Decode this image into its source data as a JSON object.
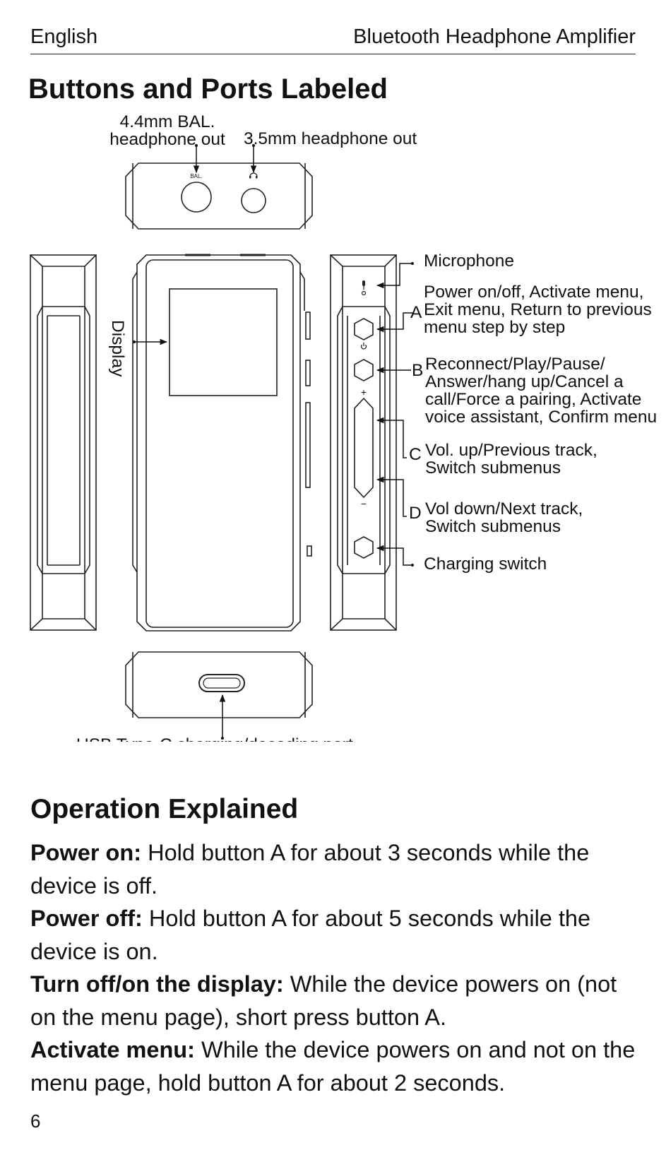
{
  "header": {
    "language": "English",
    "product": "Bluetooth Headphone Amplifier"
  },
  "section_title": "Buttons and Ports Labeled",
  "labels": {
    "bal_out_line1": "4.4mm BAL.",
    "bal_out_line2": "headphone out",
    "se_out": "3.5mm headphone out",
    "bal_mark": "BAL.",
    "display": "Display",
    "microphone": "Microphone",
    "a_letter": "A",
    "a_line1": "Power on/off, Activate menu,",
    "a_line2": "Exit menu, Return to previous",
    "a_line3": "menu step by step",
    "b_letter": "B",
    "b_line1": "Reconnect/Play/Pause/",
    "b_line2": "Answer/hang up/Cancel a",
    "b_line3": "call/Force a pairing, Activate",
    "b_line4": "voice assistant, Confirm menu",
    "c_letter": "C",
    "c_line1": "Vol. up/Previous track,",
    "c_line2": "Switch submenus",
    "d_letter": "D",
    "d_line1": "Vol down/Next track,",
    "d_line2": "Switch submenus",
    "charging_switch": "Charging switch",
    "usb_port": "USB Type-C charging/decoding port",
    "plus": "+",
    "minus": "−"
  },
  "operation": {
    "title": "Operation Explained",
    "items": [
      {
        "term": "Power on:",
        "text": " Hold button A for about 3 seconds while the device is off."
      },
      {
        "term": "Power off:",
        "text": " Hold button A for about 5 seconds while the device is on."
      },
      {
        "term": "Turn off/on the display:",
        "text": " While the device powers on (not on the menu page), short press button A."
      },
      {
        "term": "Activate menu:",
        "text": " While the device powers on and not on the menu page, hold button A for about 2 seconds."
      }
    ]
  },
  "page_number": "6"
}
